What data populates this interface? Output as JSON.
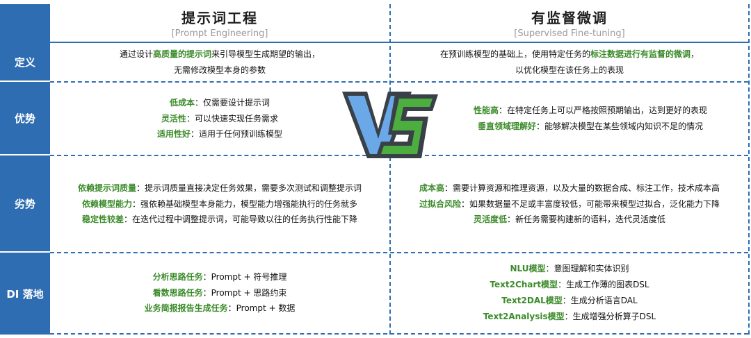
{
  "header": {
    "left_title": "提示词工程",
    "left_subtitle": "[Prompt Engineering]",
    "right_title": "有监督微调",
    "right_subtitle": "[Supervised Fine-tuning]"
  },
  "vs_graphic": "VS",
  "rows": [
    {
      "label": "定义",
      "left": [
        {
          "a": "通过设计",
          "h": "高质量的提示词",
          "b": "来引导模型生成期望的输出，"
        },
        {
          "a": "无需修改模型本身的参数",
          "h": "",
          "b": ""
        }
      ],
      "right": [
        {
          "a": "在预训练模型的基础上，使用特定任务的",
          "h": "标注数据进行有监督的微调",
          "b": "，"
        },
        {
          "a": "以优化模型在该任务上的表现",
          "h": "",
          "b": ""
        }
      ]
    },
    {
      "label": "优势",
      "left": [
        {
          "a": "",
          "h": "低成本",
          "b": "：仅需要设计提示词"
        },
        {
          "a": "",
          "h": "灵活性",
          "b": "：可以快速实现任务需求"
        },
        {
          "a": "",
          "h": "适用性好",
          "b": "：适用于任何预训练模型"
        }
      ],
      "right": [
        {
          "a": "",
          "h": "性能高",
          "b": "：在特定任务上可以严格按照预期输出，达到更好的表现"
        },
        {
          "a": "",
          "h": "垂直领域理解好",
          "b": "：能够解决模型在某些领域内知识不足的情况"
        }
      ]
    },
    {
      "label": "劣势",
      "left": [
        {
          "a": "",
          "h": "依赖提示词质量",
          "b": "：提示词质量直接决定任务效果，需要多次测试和调整提示词"
        },
        {
          "a": "",
          "h": "依赖模型能力",
          "b": "：强依赖基础模型本身能力，模型能力增强能执行的任务就多"
        },
        {
          "a": "",
          "h": "稳定性较差",
          "b": "：在迭代过程中调整提示词，可能导致以往的任务执行性能下降"
        }
      ],
      "right": [
        {
          "a": "",
          "h": "成本高",
          "b": "：需要计算资源和推理资源，以及大量的数据合成、标注工作，技术成本高"
        },
        {
          "a": "",
          "h": "过拟合风险",
          "b": "：如果数据量不足或丰富度较低，可能带来模型过拟合，泛化能力下降"
        },
        {
          "a": "",
          "h": "灵活度低",
          "b": "：新任务需要构建新的语料，迭代灵活度低"
        }
      ]
    },
    {
      "label": "DI 落地",
      "left": [
        {
          "a": "",
          "h": "分析思路任务",
          "b": "：Prompt + 符号推理"
        },
        {
          "a": "",
          "h": "看数思路任务",
          "b": "：Prompt + 思路约束"
        },
        {
          "a": "",
          "h": "业务简报报告生成任务",
          "b": "：Prompt + 数据"
        }
      ],
      "right": [
        {
          "a": "",
          "h": "NLU模型",
          "b": "：意图理解和实体识别"
        },
        {
          "a": "",
          "h": "Text2Chart模型",
          "b": "：生成工作薄的图表DSL"
        },
        {
          "a": "",
          "h": "Text2DAL模型",
          "b": "：生成分析语言DAL"
        },
        {
          "a": "",
          "h": "Text2Analysis模型",
          "b": "：生成增强分析算子DSL"
        }
      ]
    }
  ]
}
